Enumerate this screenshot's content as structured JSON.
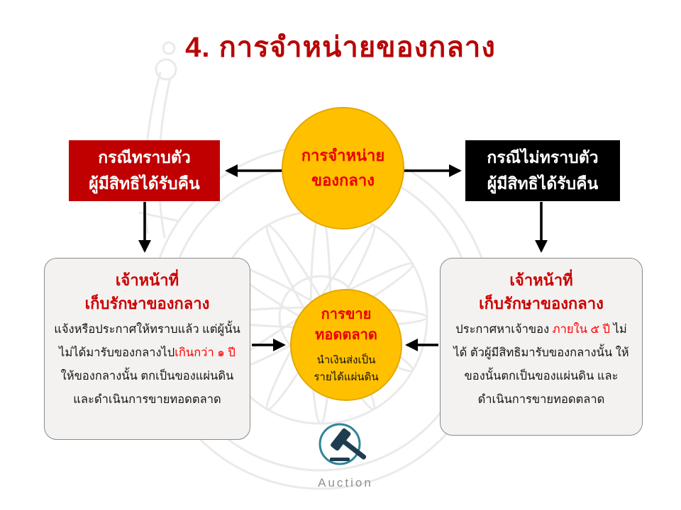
{
  "title": "4. การจำหน่ายของกลาง",
  "center_node": {
    "line1": "การจำหน่าย",
    "line2": "ของกลาง"
  },
  "known_owner_box": {
    "line1": "กรณีทราบตัว",
    "line2": "ผู้มีสิทธิได้รับคืน"
  },
  "unknown_owner_box": {
    "line1": "กรณีไม่ทราบตัว",
    "line2": "ผู้มีสิทธิได้รับคืน"
  },
  "known_detail_box": {
    "heading_line1": "เจ้าหน้าที่",
    "heading_line2": "เก็บรักษาของกลาง",
    "body_before": "แจ้งหรือประกาศให้ทราบแล้ว  แต่ผู้นั้น ไม่ได้มารับของกลางไป",
    "body_highlight": "เกินกว่า ๑ ปี",
    "body_after": " ให้ของกลางนั้น ตกเป็นของแผ่นดิน และดำเนินการขายทอดตลาด"
  },
  "auction_node": {
    "heading_line1": "การขาย",
    "heading_line2": "ทอดตลาด",
    "body_line1": "นำเงินส่งเป็น",
    "body_line2": "รายได้แผ่นดิน"
  },
  "unknown_detail_box": {
    "heading_line1": "เจ้าหน้าที่",
    "heading_line2": "เก็บรักษาของกลาง",
    "body_before": "ประกาศหาเจ้าของ ",
    "body_highlight": "ภายใน ๕ ปี",
    "body_after": " ไม่ได้ ตัวผู้มีสิทธิมารับของกลางนั้น  ให้ของนั้นตกเป็นของแผ่นดิน  และดำเนินการขายทอดตลาด"
  },
  "logo": {
    "label": "Auction",
    "icon": "gavel-icon"
  },
  "colors": {
    "title_red": "#B80606",
    "box_red": "#C00000",
    "box_black": "#000000",
    "node_gold": "#FFC000",
    "highlight_red": "#FF0000",
    "detail_bg": "#F3F2F1",
    "logo_teal": "#2E8598",
    "logo_navy": "#1E3D4F",
    "arrow_black": "#000000"
  }
}
